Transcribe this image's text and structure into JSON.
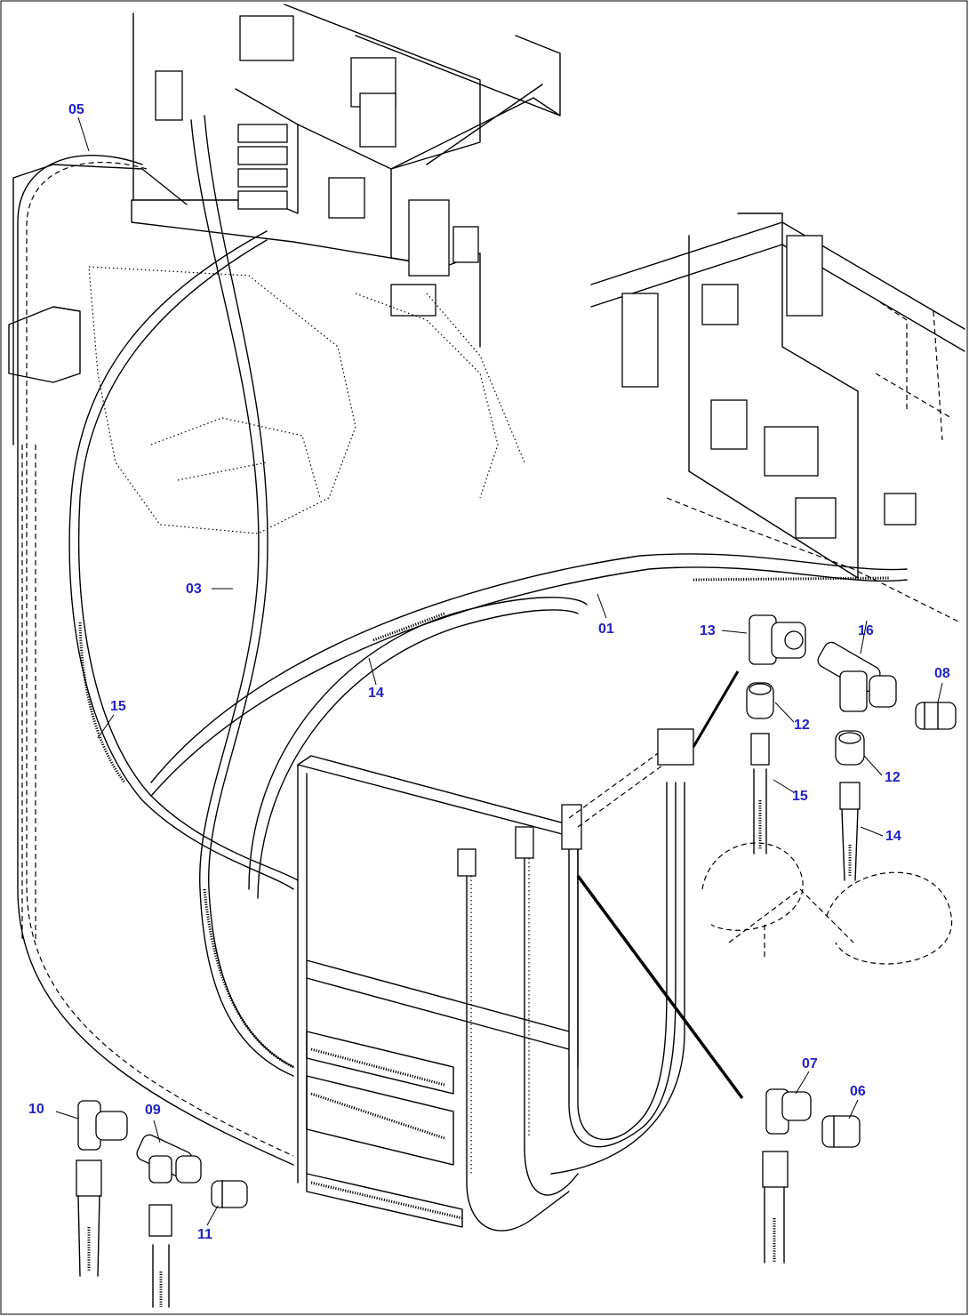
{
  "diagram": {
    "callouts": [
      {
        "id": "c05",
        "text": "05"
      },
      {
        "id": "c03",
        "text": "03"
      },
      {
        "id": "c01",
        "text": "01"
      },
      {
        "id": "c13",
        "text": "13"
      },
      {
        "id": "c16",
        "text": "16"
      },
      {
        "id": "c08",
        "text": "08"
      },
      {
        "id": "c14a",
        "text": "14"
      },
      {
        "id": "c15a",
        "text": "15"
      },
      {
        "id": "c12a",
        "text": "12"
      },
      {
        "id": "c12b",
        "text": "12"
      },
      {
        "id": "c15b",
        "text": "15"
      },
      {
        "id": "c14b",
        "text": "14"
      },
      {
        "id": "c07",
        "text": "07"
      },
      {
        "id": "c06",
        "text": "06"
      },
      {
        "id": "c10",
        "text": "10"
      },
      {
        "id": "c09",
        "text": "09"
      },
      {
        "id": "c11",
        "text": "11"
      }
    ],
    "colors": {
      "callout": "#1f22c8",
      "line": "#000000",
      "background": "#ffffff"
    }
  }
}
